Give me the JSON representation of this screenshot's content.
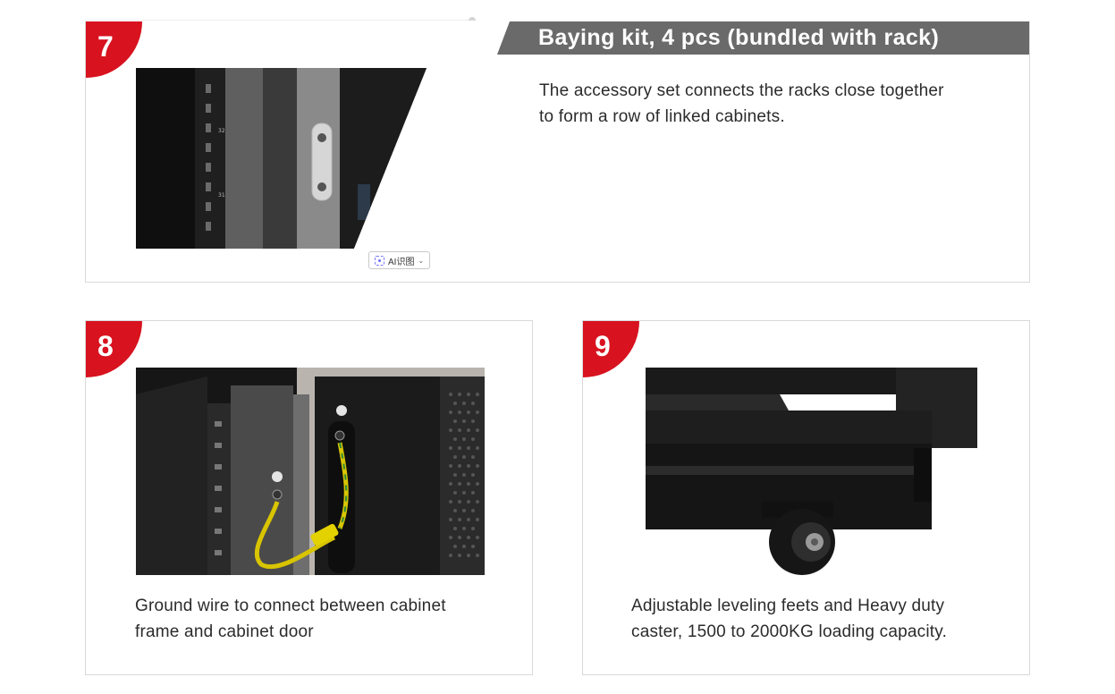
{
  "cards": {
    "seven": {
      "number": "7",
      "title": "Baying kit, 4 pcs (bundled with rack)",
      "description_line1": "The accessory set connects the racks close together",
      "description_line2": "to form a row of linked cabinets.",
      "ai_tag_label": "AI识图",
      "ai_tag_chevron": "⌄",
      "rack_numbers": [
        "32",
        "31"
      ]
    },
    "eight": {
      "number": "8",
      "caption_line1": "Ground wire to connect between cabinet",
      "caption_line2": "frame and cabinet door"
    },
    "nine": {
      "number": "9",
      "caption_line1": "Adjustable leveling feets and Heavy duty",
      "caption_line2": "caster, 1500 to 2000KG loading capacity."
    }
  },
  "colors": {
    "badge_red": "#d8121f",
    "title_bar_gray": "#6a6a6a",
    "card_border": "#d9d9d9",
    "text": "#2b2b2b"
  },
  "icons": {
    "ai_tag": "ai-recognize-icon",
    "ai_chevron": "chevron-down-icon"
  }
}
